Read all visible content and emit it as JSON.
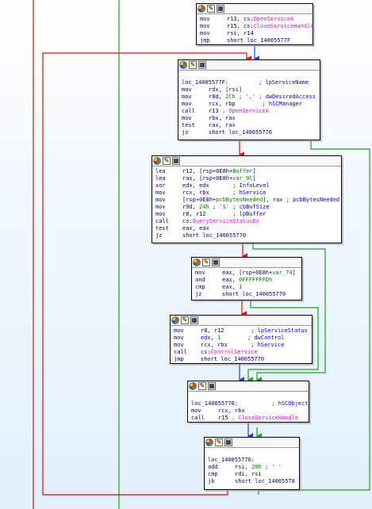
{
  "colors": {
    "edge_red": "#ff0000",
    "edge_green": "#22a022",
    "edge_blue": "#1e3fd9",
    "import_name": "#ff00ff",
    "comment": "#0000ff",
    "mnemonic": "#000080",
    "number": "#008000"
  },
  "header_icons": [
    "colors-icon",
    "rename-icon",
    "group-icon"
  ],
  "nodes": {
    "n1": {
      "lines": [
        {
          "m": "mov",
          "o": "r13, cs:",
          "imp": "OpenServiceA"
        },
        {
          "m": "mov",
          "o": "r15, cs:",
          "imp": "CloseServiceHandle"
        },
        {
          "m": "mov",
          "o": "rsi, r14"
        },
        {
          "m": "jmp",
          "o": "short loc_14005577F"
        }
      ]
    },
    "n2": {
      "lines": [
        {
          "blank": true
        },
        {
          "label": "loc_14005577F:",
          "pad": "         ",
          "cmt": "; lpServiceName"
        },
        {
          "m": "mov",
          "o": "rdx, [rsi]"
        },
        {
          "m": "mov",
          "o": "r8d, ",
          "num": "2Ch",
          "o2": " ; ",
          "chr": "','",
          "cmt": " ; dwDesiredAccess"
        },
        {
          "m": "mov",
          "o": "rcx, rbp",
          "cmt": "        ; hSCManager"
        },
        {
          "m": "call",
          "o": "r13 ",
          "cmtimp": "; OpenServiceA"
        },
        {
          "m": "mov",
          "o": "rbx, rax"
        },
        {
          "m": "test",
          "o": "rax, rax"
        },
        {
          "m": "jz",
          "o": "short loc_140055776"
        }
      ]
    },
    "n3": {
      "lines": [
        {
          "m": "lea",
          "o": "r12, [rsp+0E8h+",
          "var": "Buffer",
          "o2": "]"
        },
        {
          "m": "lea",
          "o": "rax, [rsp+0E8h+",
          "var": "var_9C",
          "o2": "]"
        },
        {
          "m": "xor",
          "o": "edx, edx",
          "cmt": "       ; InfoLevel"
        },
        {
          "m": "mov",
          "o": "rcx, rbx",
          "cmt": "       ; hService"
        },
        {
          "m": "mov",
          "o": "[rsp+0E8h+",
          "var": "pcbBytesNeeded",
          "o2": "], rax ",
          "cmt": "; pcbBytesNeeded"
        },
        {
          "m": "mov",
          "o": "r9d, ",
          "num": "24h",
          "o2": " ; ",
          "chr": "'$'",
          "cmt": " ; cbBufSize"
        },
        {
          "m": "mov",
          "o": "r8, r12",
          "cmt": "        ; lpBuffer"
        },
        {
          "m": "call",
          "o": "cs:",
          "imp": "QueryServiceStatusEx"
        },
        {
          "m": "test",
          "o": "eax, eax"
        },
        {
          "m": "jz",
          "o": "short loc_140055770"
        }
      ]
    },
    "n4": {
      "lines": [
        {
          "m": "mov",
          "o": "eax, [rsp+0E8h+",
          "var": "var_74",
          "o2": "]"
        },
        {
          "m": "and",
          "o": "eax, ",
          "num": "0FFFFFFFDh"
        },
        {
          "m": "cmp",
          "o": "eax, ",
          "num": "1"
        },
        {
          "m": "jz",
          "o": "short loc_140055770"
        }
      ]
    },
    "n5": {
      "lines": [
        {
          "m": "mov",
          "o": "r8, r12",
          "cmt": "        ; lpServiceStatus"
        },
        {
          "m": "mov",
          "o": "edx, ",
          "num": "1",
          "cmt": "        ; dwControl"
        },
        {
          "m": "mov",
          "o": "rcx, rbx",
          "cmt": "       ; hService"
        },
        {
          "m": "call",
          "o": "cs:",
          "imp": "ControlService"
        },
        {
          "m": "jmp",
          "o": "short loc_140055770"
        }
      ]
    },
    "n6": {
      "lines": [
        {
          "blank": true
        },
        {
          "label": "loc_140055770:",
          "pad": "          ",
          "cmt": "; hSCObject"
        },
        {
          "m": "mov",
          "o": "rcx, rbx"
        },
        {
          "m": "call",
          "o": "r15 ",
          "cmtimp": "; CloseServiceHandle"
        }
      ]
    },
    "n7": {
      "lines": [
        {
          "blank": true
        },
        {
          "label": "loc_140055776:"
        },
        {
          "m": "add",
          "o": "rsi, ",
          "num": "20h",
          "o2": " ; ",
          "chr": "' '"
        },
        {
          "m": "cmp",
          "o": "rdi, rsi"
        },
        {
          "m": "jb",
          "o": "short loc_14005578"
        }
      ]
    }
  }
}
